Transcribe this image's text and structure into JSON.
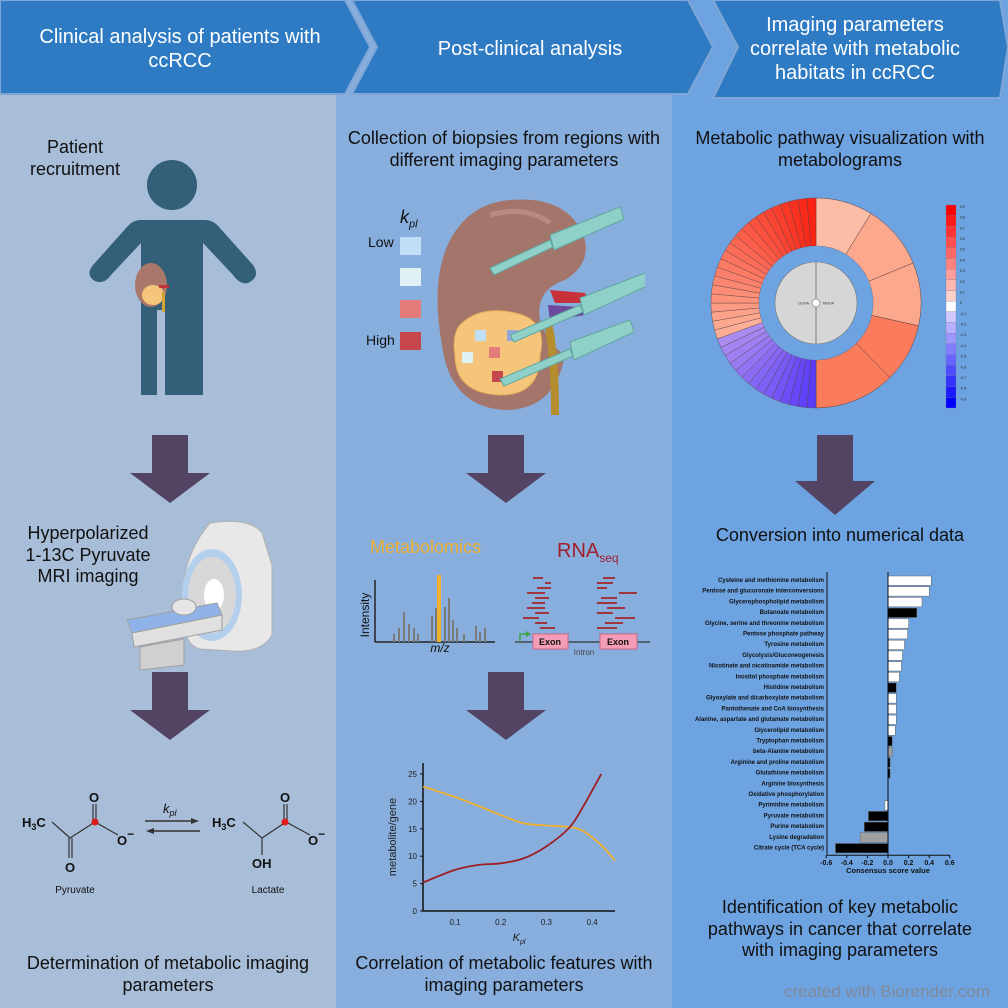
{
  "banner": {
    "step1": "Clinical analysis of patients with ccRCC",
    "step2": "Post-clinical analysis",
    "step3": "Imaging parameters correlate with metabolic habitats in ccRCC",
    "colors": {
      "banner": "#2f7bc3",
      "col1": "#a8bdd8",
      "col2": "#87aedd",
      "col3": "#6da3e1",
      "arrow": "#4a3f62"
    }
  },
  "column1": {
    "patient_label": "Patient recruitment",
    "mri_label": "Hyperpolarized 1-13C Pyruvate MRI imaging",
    "reaction": {
      "left_molecule": "Pyruvate",
      "right_molecule": "Lactate",
      "rate_constant": "k",
      "rate_subscript": "pl",
      "h3c": "H",
      "o": "O",
      "oh": "OH"
    },
    "bottom_label": "Determination of metabolic imaging parameters"
  },
  "column2": {
    "biopsy_label": "Collection of biopsies from regions with different imaging parameters",
    "legend": {
      "title": "k",
      "title_sub": "pl",
      "low": "Low",
      "high": "High",
      "colors": [
        "#c0def5",
        "#e0f1f6",
        "#e47c7c",
        "#c6474b"
      ]
    },
    "metabolomics_label": "Metabolomics",
    "rnaseq_label": "RNA",
    "rnaseq_sub": "seq",
    "intensity_label": "Intensity",
    "mz_label": "m/z",
    "exon_label": "Exon",
    "intron_label": "Intron",
    "bottom_label": "Correlation of metabolic features with imaging parameters"
  },
  "column3": {
    "metabologram_label": "Metabolic pathway visualization with metabolograms",
    "conversion_label": "Conversion into numerical data",
    "bottom_label": "Identification of key metabolic pathways in cancer that correlate with imaging parameters",
    "watermark": "created with Biorender.com",
    "metabologram": {
      "center_left": "GSVA",
      "center_right": "MSVA",
      "colorbar_ticks": [
        "0.9",
        "0.8",
        "0.7",
        "0.6",
        "0.5",
        "0.4",
        "0.3",
        "0.2",
        "0.1",
        "0",
        "-0.1",
        "-0.2",
        "-0.3",
        "-0.4",
        "-0.5",
        "-0.6",
        "-0.7",
        "-0.8",
        "-0.9"
      ]
    }
  },
  "chart_data": [
    {
      "type": "line",
      "title": "",
      "xlabel": "K",
      "xlabel_sub": "pl",
      "ylabel": "metabolite/gene",
      "xlim": [
        0.03,
        0.45
      ],
      "ylim": [
        0,
        27
      ],
      "xticks": [
        "0.1",
        "0.2",
        "0.3",
        "0.4"
      ],
      "yticks": [
        "0",
        "5",
        "10",
        "15",
        "20",
        "25"
      ],
      "series": [
        {
          "name": "metabolite",
          "color": "#f0b030",
          "x": [
            0.03,
            0.1,
            0.15,
            0.2,
            0.25,
            0.3,
            0.35,
            0.38,
            0.42,
            0.45
          ],
          "y": [
            22.7,
            20.8,
            19.2,
            17.5,
            16.0,
            15.6,
            15.3,
            14.6,
            12.0,
            9.2
          ]
        },
        {
          "name": "gene",
          "color": "#9e1f24",
          "x": [
            0.03,
            0.1,
            0.15,
            0.2,
            0.25,
            0.3,
            0.35,
            0.38,
            0.42
          ],
          "y": [
            5.2,
            7.5,
            8.4,
            8.7,
            9.6,
            11.8,
            15.2,
            19.0,
            25.0
          ]
        }
      ]
    },
    {
      "type": "bar",
      "orientation": "horizontal",
      "title": "",
      "xlabel": "Consensus score value",
      "ylabel": "",
      "xlim": [
        -0.6,
        0.6
      ],
      "xticks": [
        "-0.6",
        "-0.4",
        "-0.2",
        "0.0",
        "0.2",
        "0.4",
        "0.6"
      ],
      "categories": [
        "Cysteine and methionine metabolism",
        "Pentose and glucuronate interconversions",
        "Glycerophospholipid metabolism",
        "Butanoate metabolism",
        "Glycine, serine and threonine metabolism",
        "Pentose phosphate pathway",
        "Tyrosine metabolism",
        "Glycolysis/Gluconeogenesis",
        "Nicotinate and nicotinamide metabolism",
        "Inositol phosphate metabolism",
        "Histidine metabolism",
        "Glyoxylate and dicarboxylate metabolism",
        "Pantothenate and CoA biosynthesis",
        "Alanine, aspartate and glutamate metabolism",
        "Glycerolipid metabolism",
        "Tryptophan metabolism",
        "beta-Alanine metabolism",
        "Arginine and proline metabolism",
        "Glutathione metabolism",
        "Arginine biosynthesis",
        "Oxidative phosphorylation",
        "Pyrimidine metabolism",
        "Pyruvate metabolism",
        "Purine metabolism",
        "Lysine degradation",
        "Citrate cycle (TCA cycle)"
      ],
      "values": [
        0.42,
        0.4,
        0.33,
        0.28,
        0.2,
        0.19,
        0.16,
        0.14,
        0.13,
        0.11,
        0.08,
        0.08,
        0.08,
        0.08,
        0.07,
        0.04,
        0.04,
        0.02,
        0.02,
        0.0,
        0.0,
        -0.03,
        -0.19,
        -0.23,
        -0.27,
        -0.51
      ],
      "bar_colors": [
        "white",
        "white",
        "white",
        "black",
        "white",
        "white",
        "white",
        "white",
        "white",
        "white",
        "black",
        "white",
        "white",
        "white",
        "white",
        "black",
        "gray",
        "black",
        "black",
        "white",
        "white",
        "white",
        "black",
        "black",
        "gray",
        "black"
      ]
    }
  ]
}
